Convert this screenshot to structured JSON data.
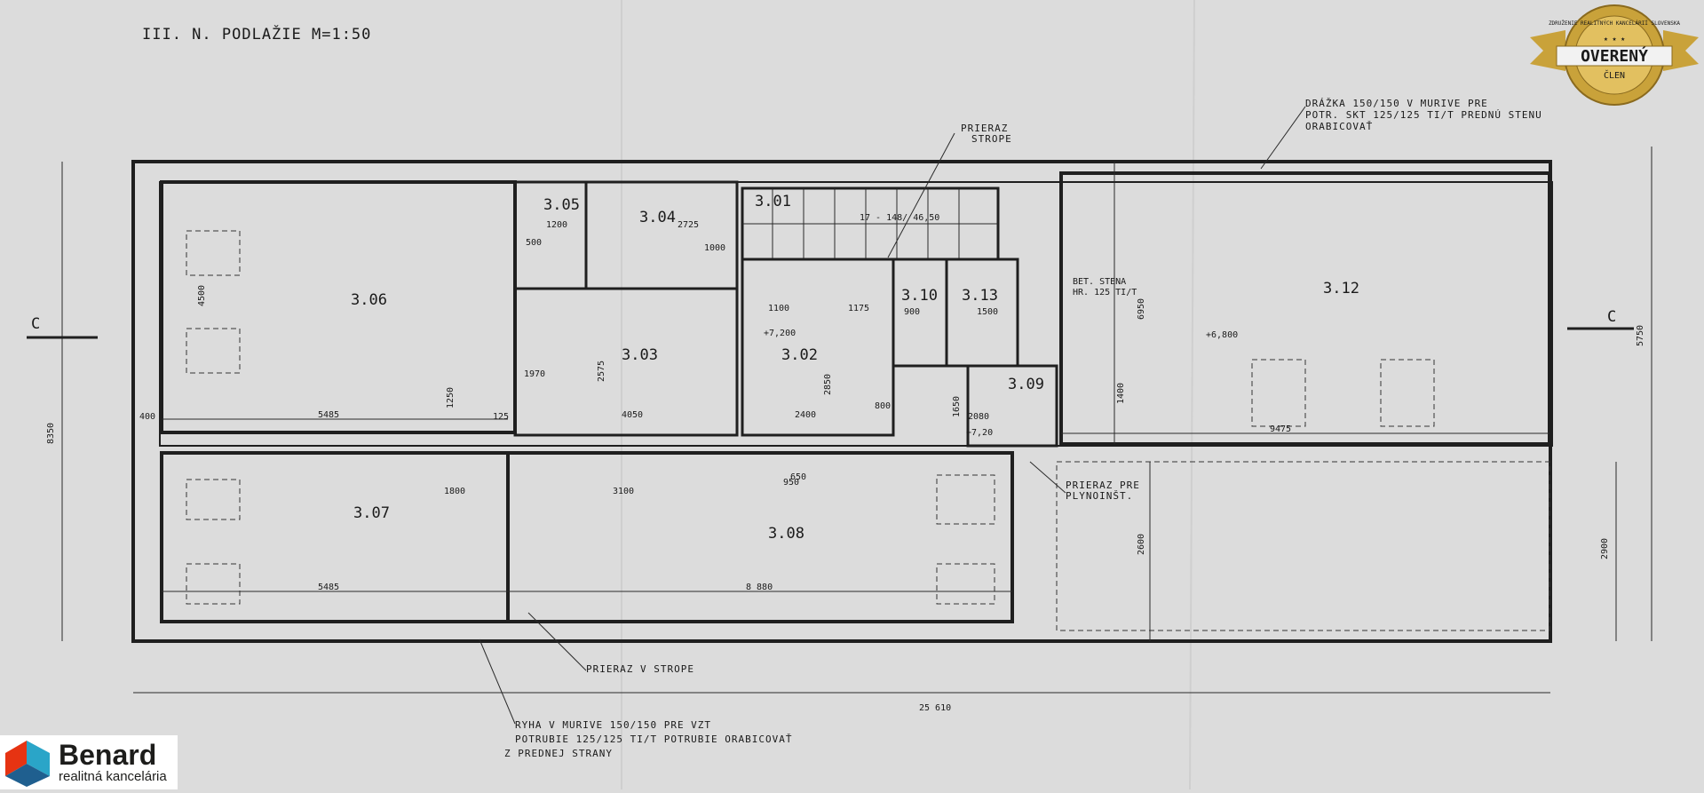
{
  "plan": {
    "title": "III. N. PODLAŽIE  M=1:50",
    "rooms": [
      "3.06",
      "3.05",
      "3.04",
      "3.01",
      "3.03",
      "3.02",
      "3.10",
      "3.13",
      "3.09",
      "3.12",
      "3.07",
      "3.08"
    ],
    "section_marker": "C",
    "overall_width": "25 610",
    "dims": {
      "d5485a": "5485",
      "d5485b": "5485",
      "d8880": "8 880",
      "d9475": "9475",
      "d1800": "1800",
      "d3100": "3100",
      "d4050": "4050",
      "d2400": "2400",
      "d1100": "1100",
      "d1175": "1175",
      "d2725": "2725",
      "d1200": "1200",
      "d4500": "4500",
      "d8350": "8350",
      "d2900": "2900",
      "d5750": "5750",
      "d6950": "6950",
      "d2600": "2600",
      "d2575": "2575",
      "d2850": "2850",
      "d900": "900",
      "d1500": "1500",
      "d2080": "2080",
      "d1000": "1000",
      "d400": "400",
      "d125": "125",
      "d500": "500",
      "d800": "800",
      "d1970": "1970",
      "d1250": "1250",
      "d1650": "1650",
      "d1400": "1400",
      "d650": "650",
      "d950": "950"
    },
    "levels": [
      "+7,200",
      "+6,800",
      "+7,20"
    ],
    "notes": {
      "top_right_1": "DRÁŽKA 150/150 V MURIVE PRE",
      "top_right_2": "POTR. SKT 125/125 TI/T PREDNÚ STENU",
      "top_right_3": "ORABICOVAŤ",
      "top_mid_1": "PRIERAZ",
      "top_mid_2": "STROPE",
      "right_mid_1": "PRIERAZ PRE",
      "right_mid_2": "PLYNOINŠT.",
      "bet_stena_1": "BET. STENA",
      "bet_stena_2": "HR. 125 TI/T",
      "prieraz_strop": "PRIERAZ V STROPE",
      "bottom_1": "RYHA V MURIVE  150/150  PRE VZT",
      "bottom_2": "POTRUBIE  125/125 TI/T  POTRUBIE ORABICOVAŤ",
      "bottom_3": "Z PREDNEJ STRANY",
      "stairs": "17 - 148/ 46,50"
    }
  },
  "logo": {
    "brand": "Benard",
    "subtitle": "realitná kancelária"
  },
  "badge": {
    "label": "OVERENÝ",
    "sublabel": "ČLEN",
    "ring_text": "ZDRUŽENIE REALITNÝCH KANCELÁRIÍ SLOVENSKA"
  },
  "colors": {
    "paper": "#dcdcdc",
    "ink": "#1f1f1f",
    "badge_gold": "#c9a23a",
    "logo_red": "#e63312",
    "logo_teal": "#2aa5c8"
  }
}
